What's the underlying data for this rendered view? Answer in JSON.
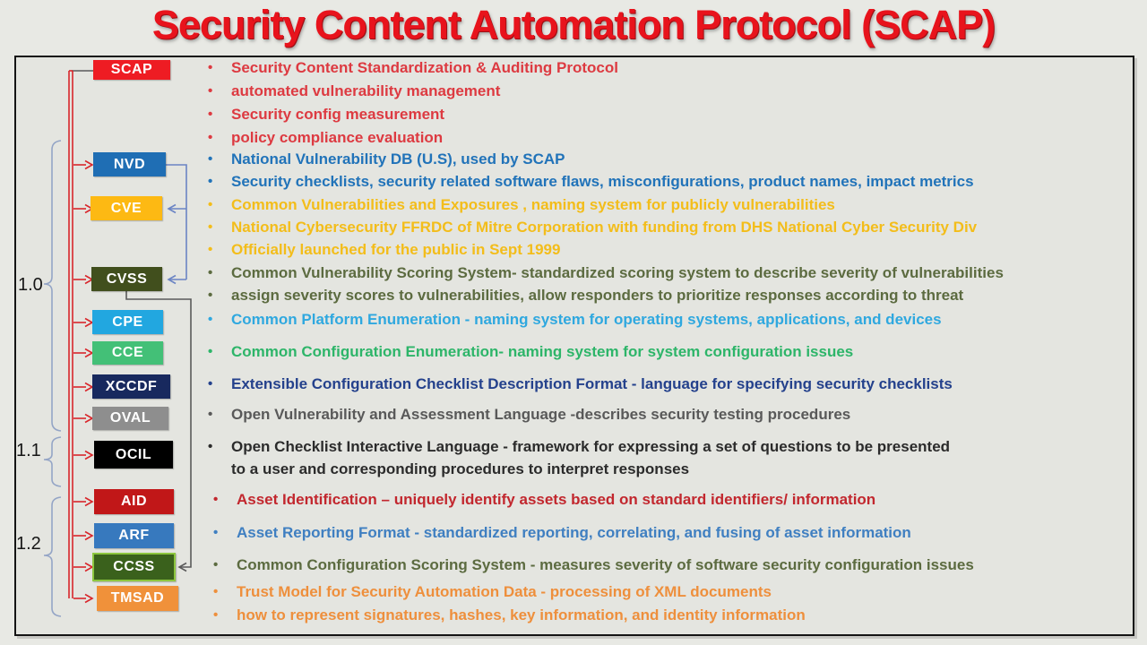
{
  "title": "Security Content Automation Protocol (SCAP)",
  "versions": [
    "1.0",
    "1.1",
    "1.2"
  ],
  "nodes": [
    {
      "id": "scap",
      "label": "SCAP",
      "bg": "#ee1c23"
    },
    {
      "id": "nvd",
      "label": "NVD",
      "bg": "#1f6eb4"
    },
    {
      "id": "cve",
      "label": "CVE",
      "bg": "#fdb913"
    },
    {
      "id": "cvss",
      "label": "CVSS",
      "bg": "#414f1d"
    },
    {
      "id": "cpe",
      "label": "CPE",
      "bg": "#22a7e0"
    },
    {
      "id": "cce",
      "label": "CCE",
      "bg": "#43c077"
    },
    {
      "id": "xccdf",
      "label": "XCCDF",
      "bg": "#18295e"
    },
    {
      "id": "oval",
      "label": "OVAL",
      "bg": "#8e8e8e"
    },
    {
      "id": "ocil",
      "label": "OCIL",
      "bg": "#000000"
    },
    {
      "id": "aid",
      "label": "AID",
      "bg": "#c11718"
    },
    {
      "id": "arf",
      "label": "ARF",
      "bg": "#3779be"
    },
    {
      "id": "ccss",
      "label": "CCSS",
      "bg": "#3a611c",
      "border": "#8dc63f"
    },
    {
      "id": "tmsad",
      "label": "TMSAD",
      "bg": "#f0913a"
    }
  ],
  "bullet_colors": {
    "scap": "#dd3a41",
    "nvd": "#2173b9",
    "cve": "#f3bd1a",
    "cvss": "#5c6b40",
    "cpe": "#2fa8df",
    "cce": "#2db569",
    "xccdf": "#24418c",
    "oval": "#595959",
    "ocil": "#2b2b2b",
    "aid": "#c2272e",
    "arf": "#3f7fc1",
    "ccss": "#5c6b40",
    "tmsad": "#ee8f3c"
  },
  "bullets": [
    {
      "node": "scap",
      "text": "Security Content Standardization & Auditing Protocol"
    },
    {
      "node": "scap",
      "text": "automated vulnerability management"
    },
    {
      "node": "scap",
      "text": "Security config measurement"
    },
    {
      "node": "scap",
      "text": "policy compliance evaluation"
    },
    {
      "node": "nvd",
      "text": "National Vulnerability DB (U.S), used by SCAP"
    },
    {
      "node": "nvd",
      "text": "Security checklists, security related software flaws, misconfigurations, product names, impact metrics"
    },
    {
      "node": "cve",
      "text": "Common Vulnerabilities and Exposures , naming system for publicly vulnerabilities"
    },
    {
      "node": "cve",
      "text": "National Cybersecurity FFRDC of Mitre Corporation with funding from DHS National Cyber Security Div"
    },
    {
      "node": "cve",
      "text": "Officially launched for the public in Sept 1999"
    },
    {
      "node": "cvss",
      "text": "Common Vulnerability Scoring System-  standardized scoring system to describe severity of vulnerabilities"
    },
    {
      "node": "cvss",
      "text": "assign severity scores to vulnerabilities, allow responders to prioritize responses according to threat"
    },
    {
      "node": "cpe",
      "text": "Common Platform Enumeration - naming system for operating systems, applications, and devices"
    },
    {
      "node": "cce",
      "text": "Common Configuration Enumeration-  naming system for system configuration issues"
    },
    {
      "node": "xccdf",
      "text": "Extensible Configuration Checklist Description Format - language for specifying security checklists"
    },
    {
      "node": "oval",
      "text": "Open Vulnerability and Assessment Language -describes security testing procedures"
    },
    {
      "node": "ocil",
      "text": "Open Checklist Interactive Language - framework for expressing a set of questions to be presented",
      "text2": "to a user and corresponding procedures to interpret responses"
    },
    {
      "node": "aid",
      "text": "Asset Identification – uniquely identify assets based on standard identifiers/ information"
    },
    {
      "node": "arf",
      "text": "Asset Reporting Format - standardized reporting, correlating, and fusing of asset information"
    },
    {
      "node": "ccss",
      "text": "Common Configuration Scoring System - measures severity of software security configuration issues"
    },
    {
      "node": "tmsad",
      "text": "Trust Model for Security Automation Data -  processing of XML documents"
    },
    {
      "node": "tmsad",
      "text": "how to represent signatures, hashes, key information, and identity information"
    }
  ],
  "connector_colors": {
    "red": "#d8262b",
    "blue": "#6b84c4",
    "gray": "#5a5a5a",
    "bracket": "#94a5c6"
  }
}
